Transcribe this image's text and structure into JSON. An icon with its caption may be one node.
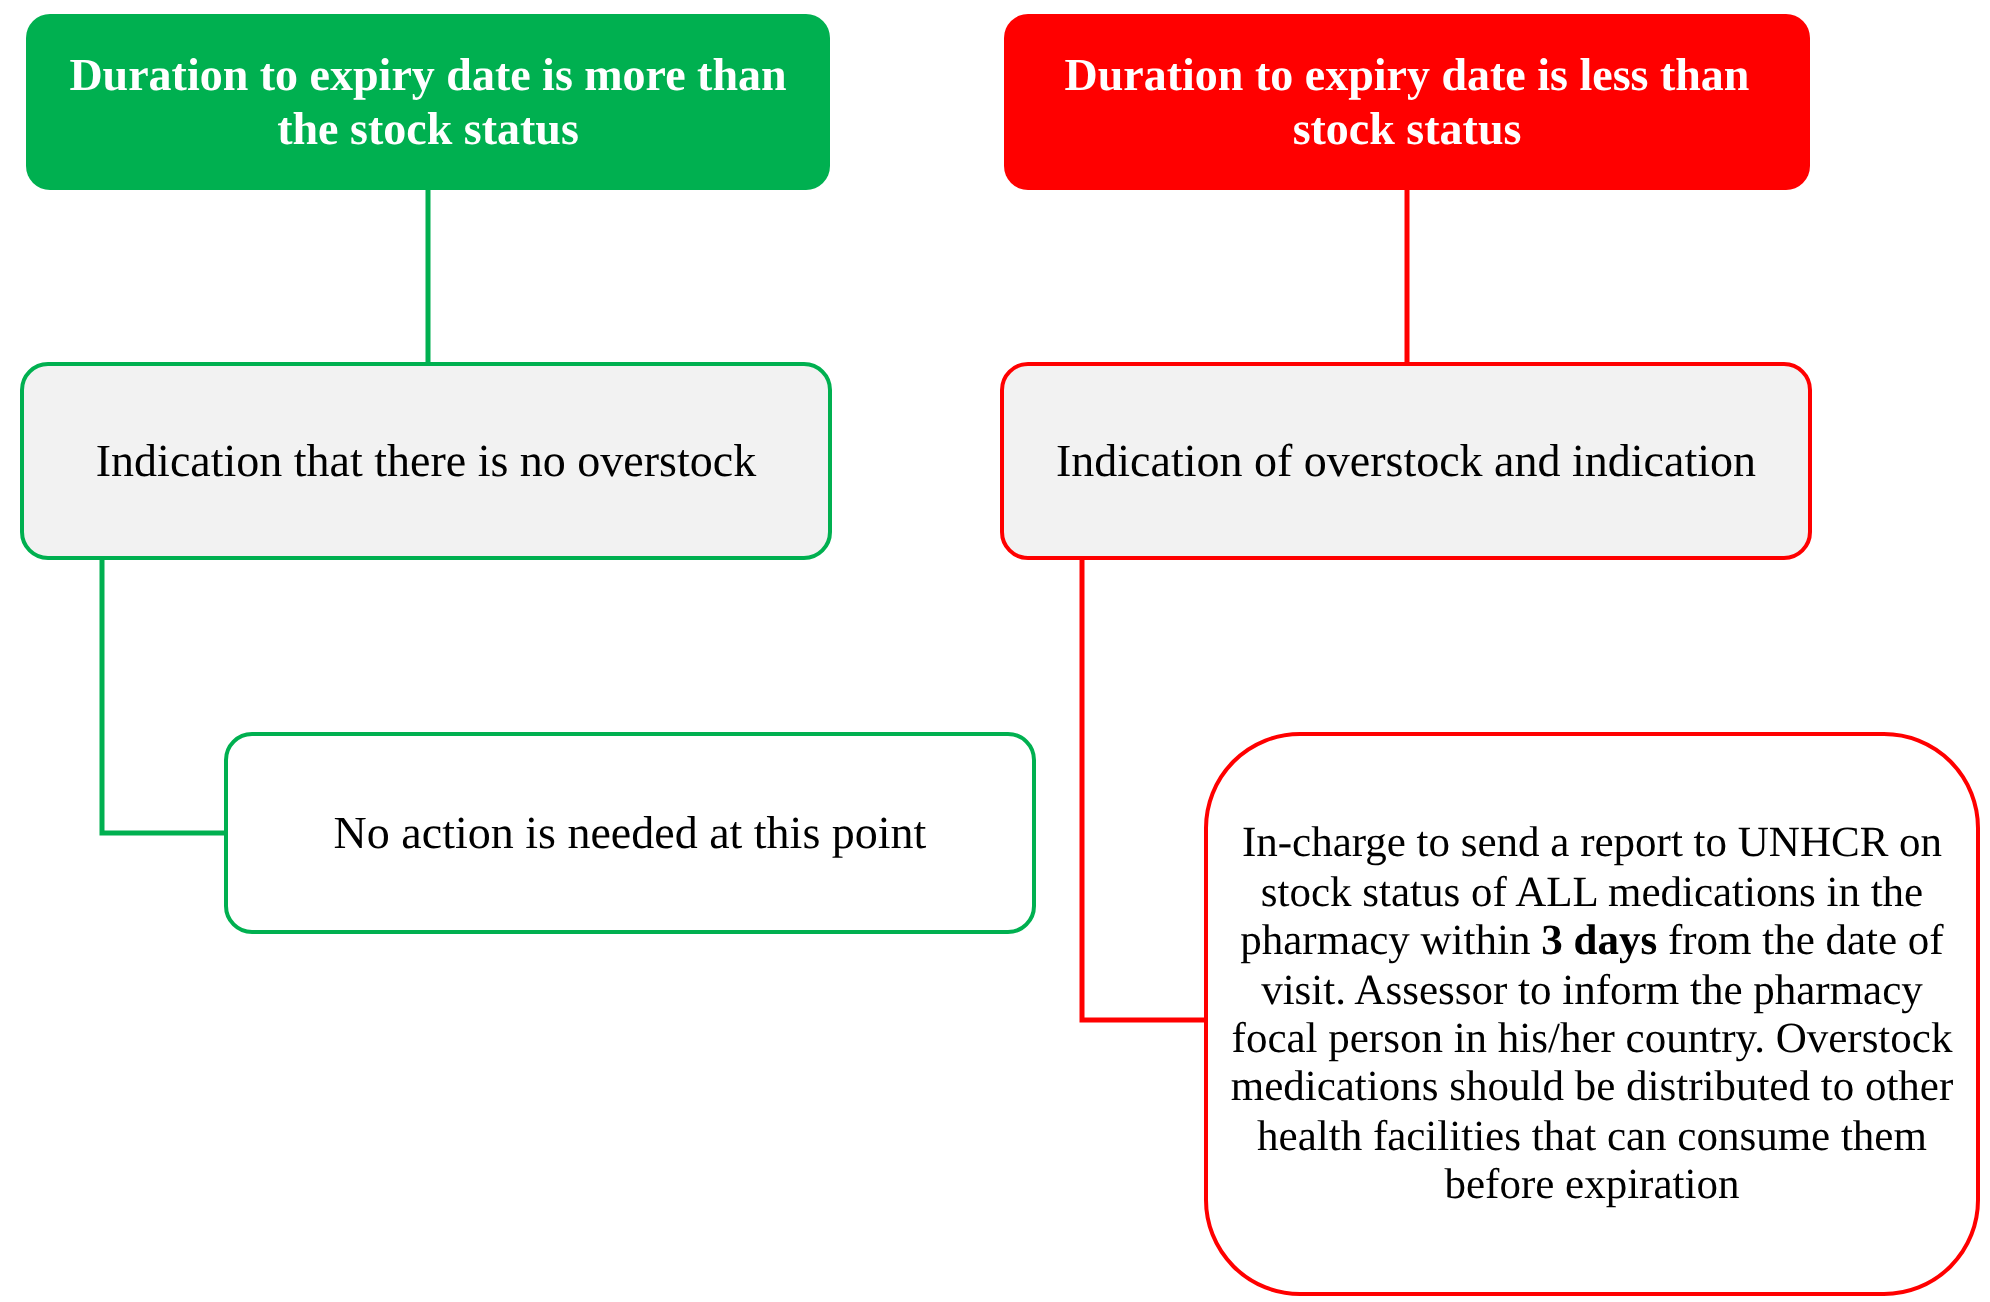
{
  "diagram": {
    "nodes": [
      {
        "text": [
          "Duration to expiry date is more than the stock status"
        ]
      },
      {
        "text": [
          "Duration to expiry date is less than stock status"
        ]
      },
      {
        "text": [
          "Indication that there is no overstock"
        ]
      },
      {
        "text": [
          "Indication of overstock and indication"
        ]
      },
      {
        "text": [
          "No action is needed at this point"
        ]
      },
      {
        "text": [
          "In-charge to send a report to UNHCR on stock status of ALL medications in the pharmacy within **3 days** from the date of visit. Assessor to inform the pharmacy focal person in his/her country. Overstock medications should be distributed to other health facilities that can consume them before expiration"
        ]
      }
    ],
    "edges": [
      {
        "from": 0,
        "to": 2,
        "arrow": "none",
        "color": "#00b050"
      },
      {
        "from": 2,
        "to": 4,
        "arrow": "none",
        "color": "#00b050"
      },
      {
        "from": 1,
        "to": 3,
        "arrow": "none",
        "color": "#ff0000"
      },
      {
        "from": 3,
        "to": 5,
        "arrow": "none",
        "color": "#ff0000"
      }
    ]
  }
}
